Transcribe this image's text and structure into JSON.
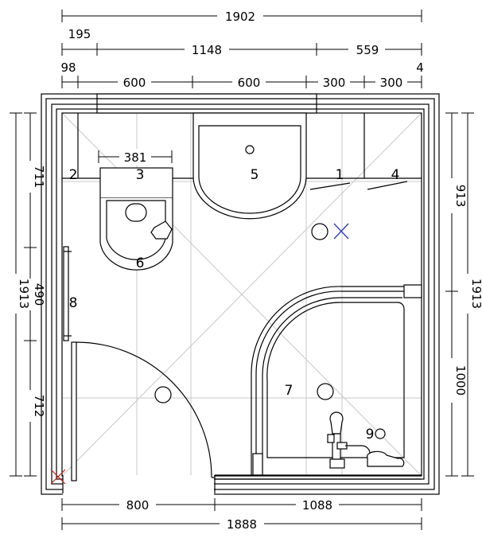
{
  "dimensions": {
    "top_total": "1902",
    "top_left_offset": "195",
    "top_middle": "1148",
    "top_right": "559",
    "top_wall_left": "98",
    "top_seg1": "600",
    "top_seg2": "600",
    "top_seg3": "300",
    "top_seg4": "300",
    "top_wall_right": "4",
    "toilet_width": "381",
    "left_upper": "711",
    "left_middle": "490",
    "left_lower": "712",
    "left_total": "1913",
    "right_upper": "913",
    "right_lower": "1000",
    "right_total": "1913",
    "bottom_left": "800",
    "bottom_right": "1088",
    "bottom_total": "1888"
  },
  "labels": {
    "l1": "1",
    "l2": "2",
    "l3": "3",
    "l4": "4",
    "l5": "5",
    "l6": "6",
    "l7": "7",
    "l8": "8",
    "l9": "9"
  },
  "colors": {
    "line": "#000000",
    "grid": "#c8c8c8",
    "marker": "#3040c0",
    "corner_mark": "#cc2020"
  }
}
